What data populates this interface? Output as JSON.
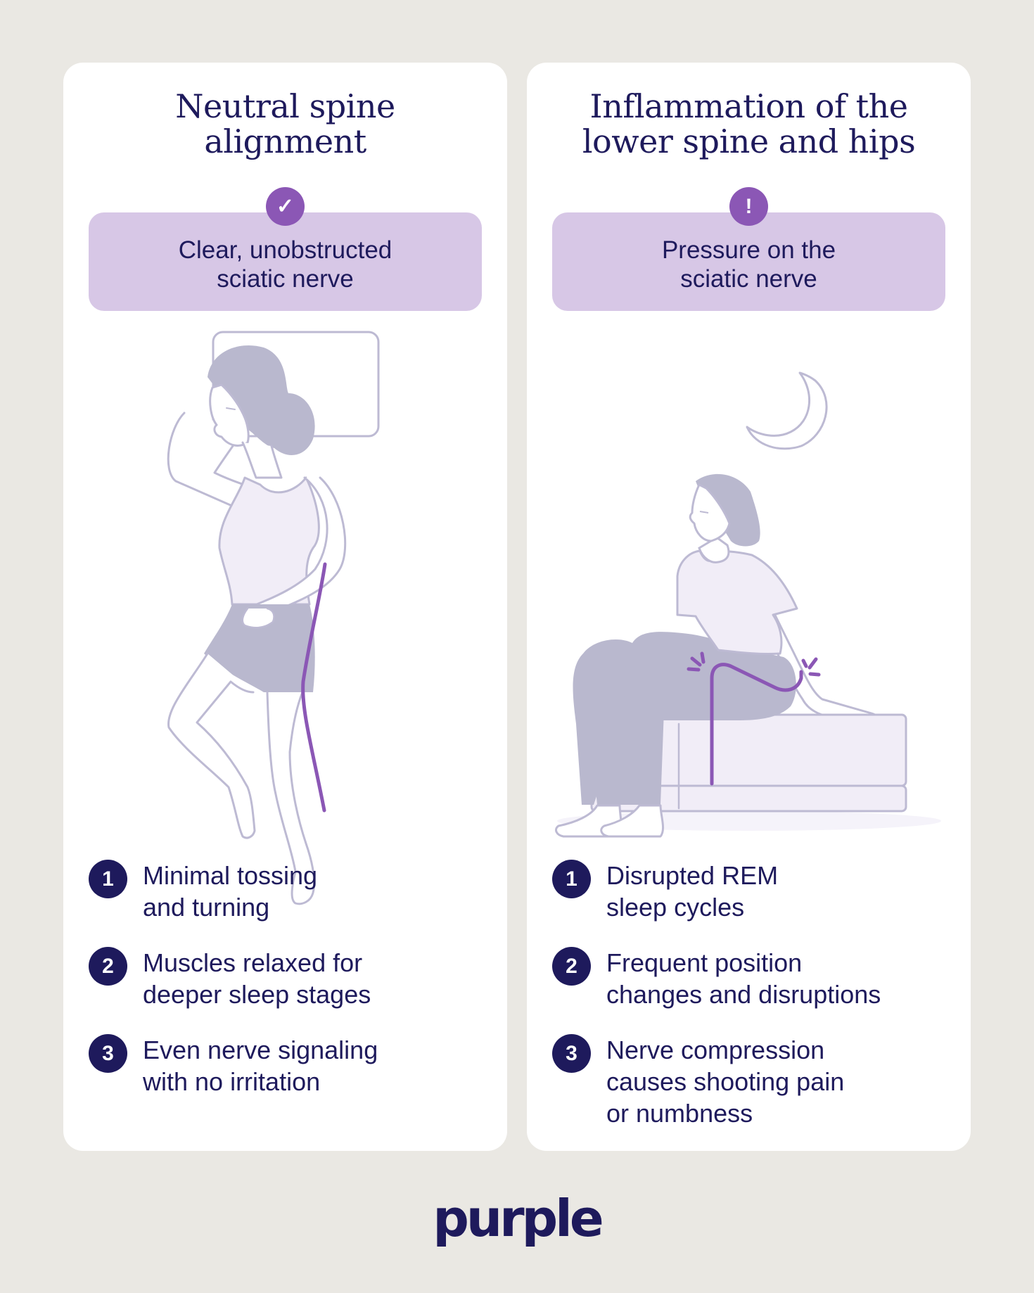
{
  "colors": {
    "background": "#EAE8E3",
    "card": "#FFFFFF",
    "navy": "#1E1A5C",
    "callout": "#D7C7E6",
    "accent_purple": "#8B57B5",
    "figure_fill": "#B9B8CE",
    "figure_outline": "#BDBAD3",
    "shirt_fill": "#F1EDF7"
  },
  "left_panel": {
    "title": "Neutral spine alignment",
    "title_lines": [
      "Neutral spine",
      "alignment"
    ],
    "badge_icon": "check-icon",
    "badge_glyph": "✓",
    "callout": "Clear, unobstructed\nsciatic nerve",
    "illustration": "woman-sleeping-on-side-with-aligned-sciatic-nerve",
    "items": [
      {
        "number": "1",
        "text": "Minimal tossing\nand turning"
      },
      {
        "number": "2",
        "text": "Muscles relaxed for\ndeeper sleep stages"
      },
      {
        "number": "3",
        "text": "Even nerve signaling\nwith no irritation"
      }
    ]
  },
  "right_panel": {
    "title": "Inflammation of the lower spine and hips",
    "title_lines": [
      "Inflammation of the",
      "lower spine and hips"
    ],
    "badge_icon": "exclamation-icon",
    "badge_glyph": "!",
    "callout": "Pressure on the\nsciatic nerve",
    "illustration": "woman-sitting-on-bed-with-hip-pain-at-night",
    "items": [
      {
        "number": "1",
        "text": "Disrupted REM\nsleep cycles"
      },
      {
        "number": "2",
        "text": "Frequent position\nchanges and disruptions"
      },
      {
        "number": "3",
        "text": "Nerve compression\ncauses shooting pain\nor numbness"
      }
    ]
  },
  "footer": {
    "logo_text": "purple"
  }
}
